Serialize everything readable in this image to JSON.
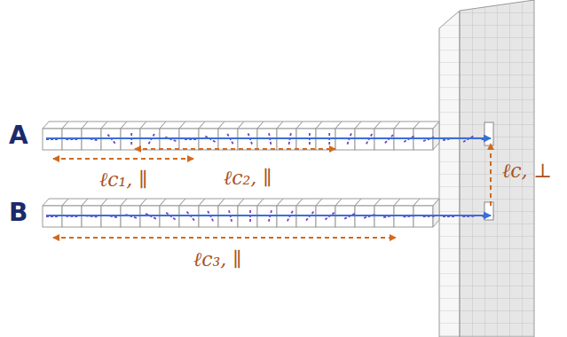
{
  "diagram": {
    "labels": [
      "A",
      "B",
      "ℓc₁, ∥",
      "ℓc₂, ∥",
      "ℓc₃, ∥",
      "ℓc, ⊥"
    ]
  }
}
